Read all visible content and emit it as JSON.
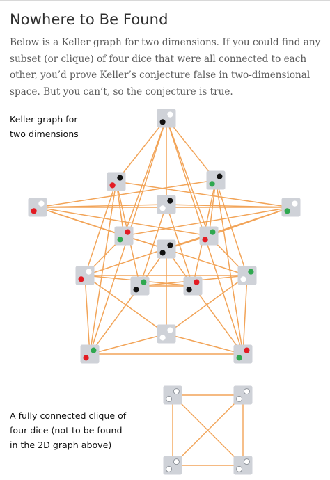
{
  "article": {
    "heading": "Nowhere to Be Found",
    "intro": "Below is a Keller graph for two dimensions. If you could find any subset (or clique) of four dice that were all connected to each other, you’d prove Keller’s conjecture false in two-dimensional space. But you can’t, so the conjecture is true."
  },
  "keller_graph": {
    "label_line1": "Keller graph for",
    "label_line2": "two dimensions",
    "edge_color": "#f2a458",
    "die_color": "#cfd2d8",
    "dice": [
      {
        "id": "d1",
        "pips": [
          "black",
          "white"
        ]
      },
      {
        "id": "d2",
        "pips": [
          "red",
          "white"
        ]
      },
      {
        "id": "d3",
        "pips": [
          "green",
          "white"
        ]
      },
      {
        "id": "d4",
        "pips": [
          "red",
          "black"
        ]
      },
      {
        "id": "d5",
        "pips": [
          "green",
          "black"
        ]
      },
      {
        "id": "d6",
        "pips": [
          "white",
          "black"
        ]
      },
      {
        "id": "d7",
        "pips": [
          "green",
          "red"
        ]
      },
      {
        "id": "d8",
        "pips": [
          "red",
          "green"
        ]
      },
      {
        "id": "d9",
        "pips": [
          "black",
          "black"
        ]
      },
      {
        "id": "d10",
        "pips": [
          "red",
          "white"
        ]
      },
      {
        "id": "d11",
        "pips": [
          "white",
          "green"
        ]
      },
      {
        "id": "d12",
        "pips": [
          "black",
          "green"
        ]
      },
      {
        "id": "d13",
        "pips": [
          "black",
          "red"
        ]
      },
      {
        "id": "d14",
        "pips": [
          "white",
          "white"
        ]
      },
      {
        "id": "d15",
        "pips": [
          "red",
          "green"
        ]
      },
      {
        "id": "d16",
        "pips": [
          "green",
          "red"
        ]
      }
    ],
    "edges": [
      [
        "d1",
        "d4"
      ],
      [
        "d1",
        "d5"
      ],
      [
        "d1",
        "d15"
      ],
      [
        "d1",
        "d16"
      ],
      [
        "d1",
        "d8"
      ],
      [
        "d1",
        "d7"
      ],
      [
        "d1",
        "d6"
      ],
      [
        "d4",
        "d15"
      ],
      [
        "d5",
        "d16"
      ],
      [
        "d4",
        "d10"
      ],
      [
        "d5",
        "d11"
      ],
      [
        "d10",
        "d15"
      ],
      [
        "d11",
        "d16"
      ],
      [
        "d15",
        "d16"
      ],
      [
        "d2",
        "d3"
      ],
      [
        "d2",
        "d5"
      ],
      [
        "d2",
        "d11"
      ],
      [
        "d2",
        "d8"
      ],
      [
        "d2",
        "d6"
      ],
      [
        "d2",
        "d7"
      ],
      [
        "d3",
        "d4"
      ],
      [
        "d3",
        "d10"
      ],
      [
        "d3",
        "d7"
      ],
      [
        "d3",
        "d6"
      ],
      [
        "d3",
        "d8"
      ],
      [
        "d4",
        "d7"
      ],
      [
        "d4",
        "d12"
      ],
      [
        "d5",
        "d8"
      ],
      [
        "d5",
        "d13"
      ],
      [
        "d10",
        "d13"
      ],
      [
        "d10",
        "d14"
      ],
      [
        "d10",
        "d11"
      ],
      [
        "d10",
        "d7"
      ],
      [
        "d11",
        "d12"
      ],
      [
        "d11",
        "d14"
      ],
      [
        "d11",
        "d8"
      ],
      [
        "d15",
        "d12"
      ],
      [
        "d15",
        "d14"
      ],
      [
        "d16",
        "d13"
      ],
      [
        "d16",
        "d14"
      ],
      [
        "d6",
        "d13"
      ],
      [
        "d6",
        "d12"
      ],
      [
        "d7",
        "d9"
      ],
      [
        "d8",
        "d9"
      ],
      [
        "d9",
        "d14"
      ],
      [
        "d12",
        "d13"
      ],
      [
        "d9",
        "d12"
      ],
      [
        "d9",
        "d13"
      ]
    ]
  },
  "clique": {
    "label_line1": "A fully connected clique of",
    "label_line2": "four dice (not to be found",
    "label_line3": "in the 2D graph above)",
    "dice": [
      {
        "id": "c1",
        "pips": [
          "hollow",
          "hollow"
        ]
      },
      {
        "id": "c2",
        "pips": [
          "hollow",
          "hollow"
        ]
      },
      {
        "id": "c3",
        "pips": [
          "hollow",
          "hollow"
        ]
      },
      {
        "id": "c4",
        "pips": [
          "hollow",
          "hollow"
        ]
      }
    ],
    "edges": [
      [
        "c1",
        "c2"
      ],
      [
        "c1",
        "c3"
      ],
      [
        "c1",
        "c4"
      ],
      [
        "c2",
        "c3"
      ],
      [
        "c2",
        "c4"
      ],
      [
        "c3",
        "c4"
      ]
    ]
  }
}
